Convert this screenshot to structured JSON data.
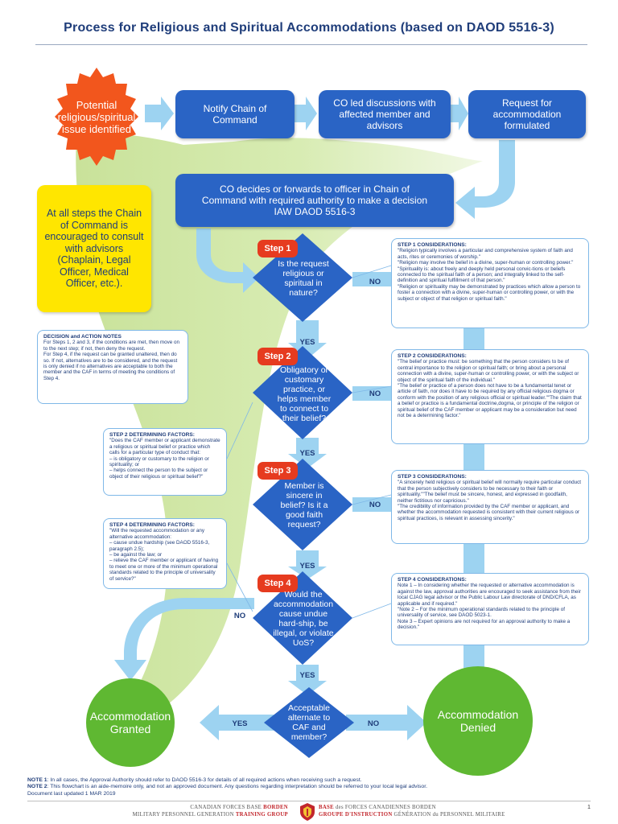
{
  "title": "Process for Religious and Spiritual Accommodations (based on DAOD 5516-3)",
  "start": "Potential religious/spiritual issue identified",
  "boxes": {
    "notify": "Notify Chain of Command",
    "discuss": "CO led discussions with affected member and advisors",
    "request": "Request for accommodation formulated",
    "decide": "CO decides or forwards to officer in Chain of Command with required authority to make a decision IAW DAOD 5516-3"
  },
  "advice": "At all steps the Chain of Command is encouraged to consult with advisors (Chaplain, Legal Officer, Medical Officer, etc.).",
  "steps": [
    {
      "label": "Step 1",
      "question": "Is the request religious or spiritual in nature?"
    },
    {
      "label": "Step 2",
      "question": "Obligatory or customary practice, or helps member to connect to their belief?"
    },
    {
      "label": "Step 3",
      "question": "Member is sincere in belief? Is it a good faith request?"
    },
    {
      "label": "Step 4",
      "question": "Would the accommodation cause undue hard-ship, be illegal, or violate UoS?"
    }
  ],
  "final_question": "Acceptable alternate to CAF and member?",
  "labels": {
    "yes": "YES",
    "no": "NO"
  },
  "outcomes": {
    "granted": "Accommodation Granted",
    "denied": "Accommodation Denied"
  },
  "notes": {
    "decision": {
      "title": "DECISION and ACTION NOTES",
      "body": "For Steps 1, 2 and 3, if the conditions are met, then move on to the next step; if not, then deny the request.\nFor Step 4, if the request can be granted unaltered, then do so. If not, alternatives are to be considered, and the request is only denied if no alternatives are acceptable to both the member and the CAF in terms of meeting the conditions of Step 4."
    },
    "step2_factors": {
      "title": "STEP 2 DETERMINING FACTORS:",
      "body": "\"Does the CAF member or applicant demonstrate a religious or spiritual belief or practice which calls for a particular type of conduct that:\n– is obligatory or customary to the religion or spirituality; or\n– helps connect the person to the subject or object of their religious or spiritual belief?\""
    },
    "step4_factors": {
      "title": "STEP 4 DETERMINING FACTORS:",
      "body": "\"Will the requested accommodation or any alternative accommodation:\n– cause undue hardship (see DAOD 5516-3, paragraph 2.5);\n– be against the law; or\n– relieve the CAF member or applicant of having to meet one or more of the minimum operational standards related to the principle of universality of service?\""
    },
    "step1_cons": {
      "title": "STEP 1 CONSIDERATIONS:",
      "body": "\"Religion typically involves a particular and comprehensive system of faith and acts, rites or ceremonies of worship.\"\n\"Religion may involve the belief in a divine, super-human or controlling power.\"\n\"Spirituality is: about freely and deeply held personal convic-tions or beliefs connected to the spiritual faith of a person; and integrally linked to the self-definition and spiritual fulfillment of that person.\"\n\"Religion or spirituality may be demonstrated by practices which allow a person to foster a connection with a divine, super-human or controlling power, or with the subject or object of that religion or spiritual faith.\""
    },
    "step2_cons": {
      "title": "STEP 2 CONSIDERATIONS:",
      "body": "\"The belief or practice must: be something that the person considers to be of central importance to the religion or spiritual faith; or bring about a personal connection with a divine, super-human or controlling power, or with the subject or object of the spiritual faith of the individual.\"\n\"The belief or practice of a person does not have to be a fundamental tenet or article of faith, nor does it have to be required by any official religious dogma or conform with the position of any religious official or spiritual leader.\"\"The claim that a belief or practice is a fundamental doctrine,dogma, or principle of the religion or spiritual belief of the CAF member or applicant may be a consideration but need not be a determining factor.\""
    },
    "step3_cons": {
      "title": "STEP 3 CONSIDERATIONS:",
      "body": "\"A sincerely held religious or spiritual belief will normally require particular conduct that the person subjectively considers to be necessary to their faith or spirituality.\"\"The belief must be sincere, honest, and expressed in goodfaith, neither fictitious nor capricious.\"\n\"The credibility of information provided by the CAF member or applicant, and whether the accommodation requested is consistent with their current religious or spiritual practices, is relevant in assessing sincerity.\""
    },
    "step4_cons": {
      "title": "STEP 4 CONSIDERATIONS:",
      "body": "Note 1 – In considering whether the requested or alternative accommodation is against the law, approval authorities are encouraged to seek assistance from their local CJAG legal advisor or the Public Labour Law directorate of DND/CFLA, as applicable and if required.\"\n\"Note 2 – For the minimum operational standards related to the principle of universality of service, see DAOD 5023-1.\nNote 3 – Expert opinions are not required for an approval authority to make a decision.\""
    }
  },
  "footnotes": {
    "note1_label": "NOTE 1",
    "note1": ": In all cases, the Approval Authority should refer to DAOD 5516-3 for details of all required actions when receiving such a request.",
    "note2_label": "NOTE 2",
    "note2": ": This flowchart is an aide-memoire only, and not an approved document. Any questions regarding interpretation should be referred to your local legal advisor.",
    "updated": "Document last updated 1 MAR 2019"
  },
  "footer": {
    "left_1a": "CANADIAN FORCES BASE ",
    "left_1b": "BORDEN",
    "left_2a": "MILITARY PERSONNEL GENERATION ",
    "left_2b": "TRAINING GROUP",
    "right_1a": "BASE",
    "right_1b": " des FORCES CANADIENNES BORDEN",
    "right_2a": "GROUPE D'INSTRUCTION",
    "right_2b": " GÉNÉRATION du PERSONNEL MILITAIRE",
    "page": "1"
  },
  "colors": {
    "accent_blue": "#2a64c5",
    "arrow_blue": "#9dd3f1",
    "start_orange": "#f2561d",
    "advice_yellow": "#ffe600",
    "outcome_green": "#5fb832",
    "step_red": "#e63b1f",
    "title_navy": "#1f3d7a"
  }
}
